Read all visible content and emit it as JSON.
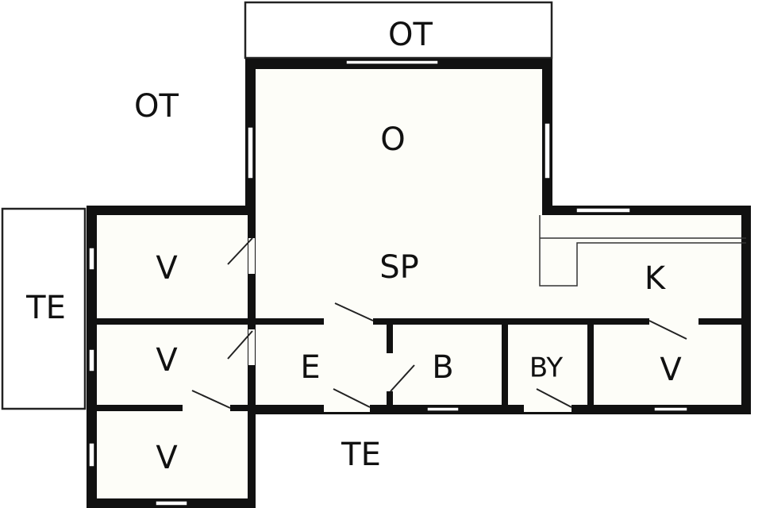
{
  "rooms": {
    "ot_top": "OT",
    "ot_left": "OT",
    "o": "O",
    "sp": "SP",
    "k": "K",
    "te_left": "TE",
    "te_bottom": "TE",
    "v_upper_left": "V",
    "v_middle_left": "V",
    "v_lower_left": "V",
    "v_right": "V",
    "e": "E",
    "b": "B",
    "by": "BY"
  },
  "colors": {
    "wall": "#111111",
    "floor": "#fdfdf8",
    "background": "#ffffff"
  }
}
